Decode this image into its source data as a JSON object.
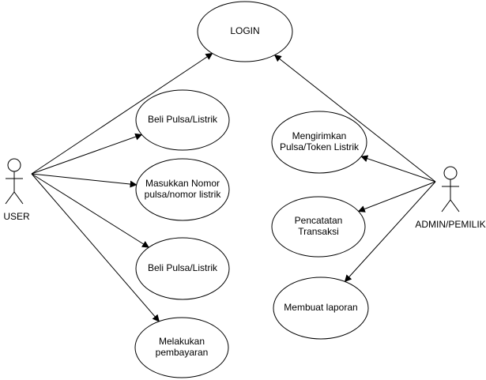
{
  "actors": {
    "user": {
      "label": "USER"
    },
    "admin": {
      "label": "ADMIN/PEMILIK"
    }
  },
  "use_cases": {
    "login": {
      "lines": [
        "LOGIN"
      ]
    },
    "beli_pulsa_1": {
      "lines": [
        "Beli Pulsa/Listrik"
      ]
    },
    "masukkan_nomor": {
      "lines": [
        "Masukkan Nomor",
        "pulsa/nomor listrik"
      ]
    },
    "beli_pulsa_2": {
      "lines": [
        "Beli Pulsa/Listrik"
      ]
    },
    "melakukan_pembayaran": {
      "lines": [
        "Melakukan",
        "pembayaran"
      ]
    },
    "mengirimkan_pulsa": {
      "lines": [
        "Mengirimkan",
        "Pulsa/Token Listrik"
      ]
    },
    "pencatatan_transaksi": {
      "lines": [
        "Pencatatan",
        "Transaksi"
      ]
    },
    "membuat_laporan": {
      "lines": [
        "Membuat laporan"
      ]
    }
  },
  "associations": [
    {
      "from": "user",
      "to": "login"
    },
    {
      "from": "user",
      "to": "beli_pulsa_1"
    },
    {
      "from": "user",
      "to": "masukkan_nomor"
    },
    {
      "from": "user",
      "to": "beli_pulsa_2"
    },
    {
      "from": "user",
      "to": "melakukan_pembayaran"
    },
    {
      "from": "admin",
      "to": "login"
    },
    {
      "from": "admin",
      "to": "mengirimkan_pulsa"
    },
    {
      "from": "admin",
      "to": "pencatatan_transaksi"
    },
    {
      "from": "admin",
      "to": "membuat_laporan"
    }
  ]
}
